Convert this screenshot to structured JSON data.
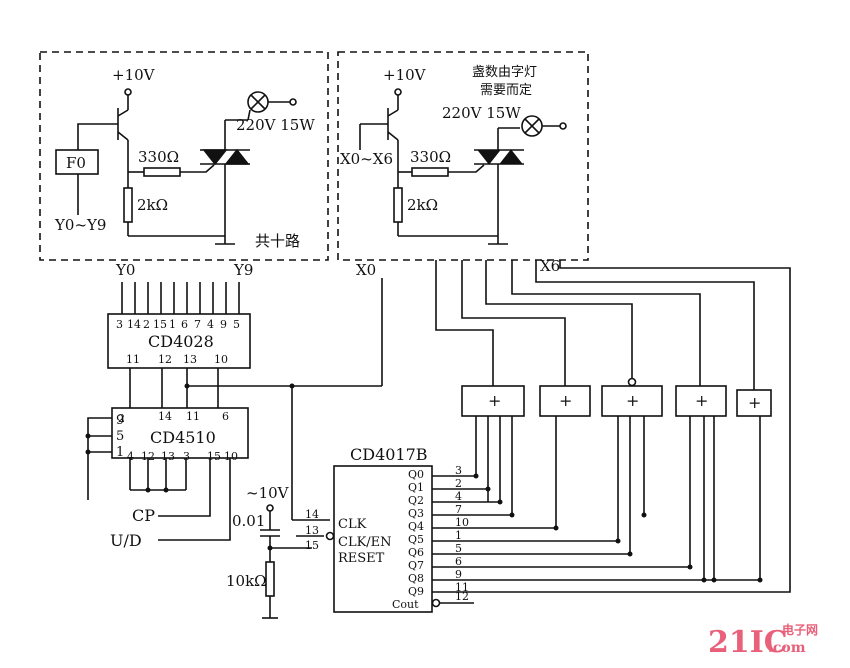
{
  "colors": {
    "ink": "#111111",
    "paper": "#ffffff",
    "watermark": "#e8607a"
  },
  "left_module": {
    "supply": "+10V",
    "block": "F0",
    "resistor_series": "330Ω",
    "resistor_bias": "2kΩ",
    "lamp_rating": "220V 15W",
    "bus_range": "Y0~Y9",
    "note": "共十路"
  },
  "right_module": {
    "supply": "+10V",
    "note_line1": "盏数由字灯",
    "note_line2": "需要而定",
    "lamp_rating": "220V 15W",
    "input_range": "X0~X6",
    "resistor_series": "330Ω",
    "resistor_bias": "2kΩ"
  },
  "labels": {
    "y0": "Y0",
    "y9": "Y9",
    "x0": "X0",
    "x6": "X6"
  },
  "cd4028": {
    "name": "CD4028",
    "top_pins": [
      "3",
      "14",
      "2",
      "15",
      "1",
      "6",
      "7",
      "4",
      "9",
      "5"
    ],
    "bottom_pins": [
      "11",
      "12",
      "13",
      "10"
    ]
  },
  "cd4510": {
    "name": "CD4510",
    "top_pins": [
      "2",
      "14",
      "11",
      "6"
    ],
    "left_pins": [
      "9",
      "5",
      "1"
    ],
    "bottom_pins": [
      "4",
      "12",
      "13",
      "3",
      "15",
      "10"
    ]
  },
  "cd4017": {
    "name": "CD4017B",
    "inputs": [
      "CLK",
      "CLK/EN",
      "RESET"
    ],
    "input_pins": [
      "14",
      "13",
      "15"
    ],
    "outputs": [
      "Q0",
      "Q1",
      "Q2",
      "Q3",
      "Q4",
      "Q5",
      "Q6",
      "Q7",
      "Q8",
      "Q9"
    ],
    "output_pins": [
      "3",
      "2",
      "4",
      "7",
      "10",
      "1",
      "5",
      "6",
      "9",
      "11"
    ],
    "cout": "Cout",
    "cout_pin": "12"
  },
  "or_gates": [
    "+",
    "+",
    "+",
    "+",
    "+"
  ],
  "inputs": {
    "cp": "CP",
    "ud": "U/D"
  },
  "timing": {
    "supply": "~10V",
    "capacitor": "0.01",
    "resistor": "10kΩ"
  },
  "watermark": {
    "main": "21IC",
    "suffix": ".com",
    "cn": "电子网"
  }
}
